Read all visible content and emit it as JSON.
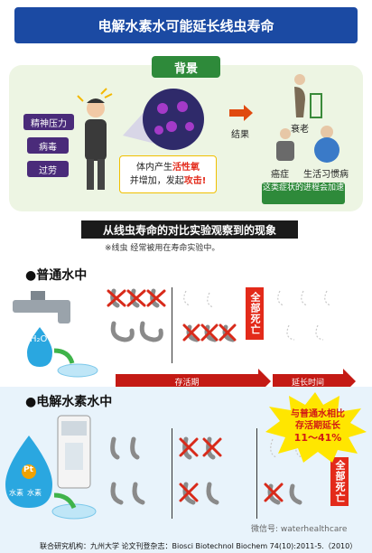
{
  "title": "电解水素水可能延长线虫寿命",
  "background": {
    "tag": "背景",
    "stressors": [
      "精神压力",
      "病毒",
      "过劳"
    ],
    "callout_prefix": "体内产生",
    "callout_red1": "活性氧",
    "callout_line2_prefix": "并增加，发起",
    "callout_red2": "攻击!",
    "result_label": "结果",
    "aging_label": "衰老",
    "cancer_label": "癌症",
    "lifestyle_label": "生活习惯病",
    "progress_note": "这类症状的进程会加速"
  },
  "observation": {
    "bar": "从线虫寿命的对比实验观察到的现象",
    "note": "※线虫 经常被用在寿命实验中。"
  },
  "normal": {
    "title": "●普通水中",
    "drop_label": "H₂O",
    "all_dead": "全部死亡"
  },
  "timeline": {
    "survival": "存活期",
    "extended": "延长时间"
  },
  "electrolyzed": {
    "title": "●电解水素水中",
    "drop_label": "Pt",
    "bubble1": "水素",
    "bubble2": "水素",
    "all_dead": "全部死亡",
    "burst_line1": "与普通水相比",
    "burst_line2": "存活期延长",
    "burst_line3": "11～41%"
  },
  "footer": {
    "text": "联合研究机构：九州大学  论文刊登杂志：Biosci Biotechnol Biochem 74(10):2011-5.（2010）",
    "watermark": "微信号: waterhealthcare"
  },
  "colors": {
    "title_blue": "#1b4aa3",
    "green": "#2e8a3a",
    "purple": "#4a2b7a",
    "red": "#e32a1a"
  }
}
